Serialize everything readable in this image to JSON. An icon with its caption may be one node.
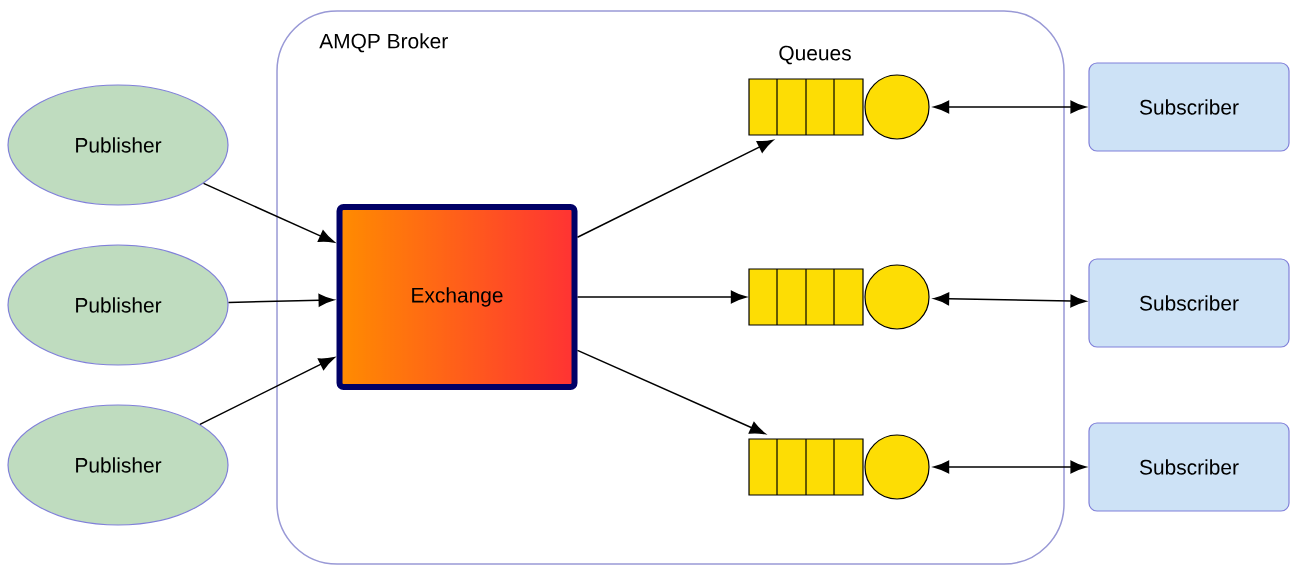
{
  "diagram": {
    "nodes": [
      {
        "text": [
          "AMQP Broker"
        ]
      },
      {
        "text": [
          "Publisher"
        ]
      },
      {
        "text": [
          "Publisher"
        ]
      },
      {
        "text": [
          "Publisher"
        ]
      },
      {
        "text": [
          "Exchange"
        ],
        "in": 0
      },
      {
        "text": [],
        "shape": "queue",
        "in": 0
      },
      {
        "text": [],
        "shape": "queue",
        "in": 0
      },
      {
        "text": [],
        "shape": "queue",
        "in": 0
      },
      {
        "text": [
          "Subscriber"
        ]
      },
      {
        "text": [
          "Subscriber"
        ]
      },
      {
        "text": [
          "Subscriber"
        ]
      }
    ],
    "edges": [
      {
        "from": 1,
        "to": 4,
        "arrow": "to"
      },
      {
        "from": 2,
        "to": 4,
        "arrow": "to"
      },
      {
        "from": 3,
        "to": 4,
        "arrow": "to"
      },
      {
        "from": 4,
        "to": 5,
        "arrow": "to"
      },
      {
        "from": 4,
        "to": 6,
        "arrow": "to"
      },
      {
        "from": 4,
        "to": 7,
        "arrow": "to"
      },
      {
        "from": 5,
        "to": 8,
        "arrow": "both"
      },
      {
        "from": 6,
        "to": 9,
        "arrow": "both"
      },
      {
        "from": 7,
        "to": 10,
        "arrow": "both"
      }
    ],
    "labels": [
      "Queues"
    ]
  }
}
